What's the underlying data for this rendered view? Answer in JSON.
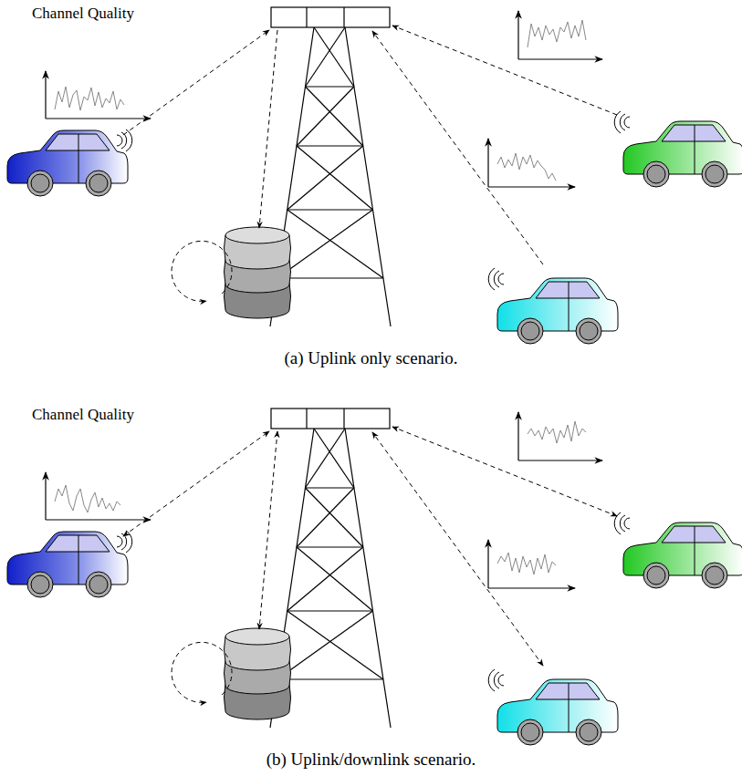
{
  "diagram": {
    "labels": [
      "Channel Quality",
      "(a) Uplink only scenario.",
      "Channel Quality",
      "(b) Uplink/downlink scenario."
    ]
  }
}
